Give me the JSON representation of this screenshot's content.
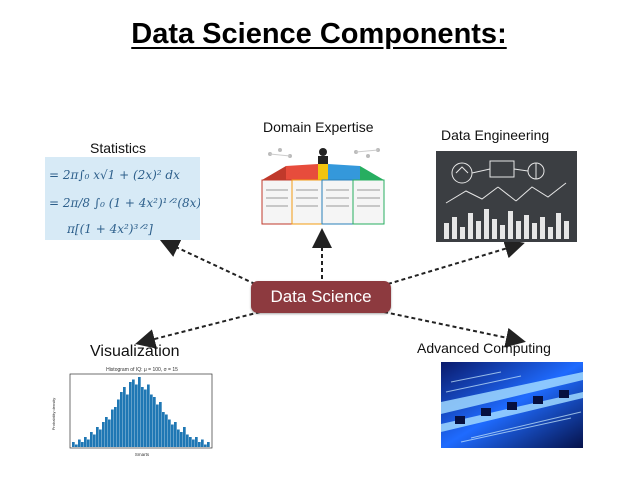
{
  "title": "Data Science Components:",
  "center": "Data Science",
  "nodes": {
    "statistics": "Statistics",
    "domain": "Domain Expertise",
    "engineering": "Data Engineering",
    "visualization": "Visualization",
    "computing": "Advanced Computing"
  },
  "math_lines": [
    "= 2π∫₀ x√1 + (2x)² dx",
    "= 2π/8 ∫₀ (1 + 4x²)¹ᐟ²(8x)",
    "π[(1 + 4x²)³ᐟ²]"
  ],
  "histogram": {
    "title": "Histogram of IQ: μ = 100, σ = 15",
    "ylabel": "Probability density",
    "xlabel": "Smarts",
    "values": [
      0.002,
      0.001,
      0.003,
      0.002,
      0.004,
      0.003,
      0.006,
      0.005,
      0.008,
      0.007,
      0.01,
      0.012,
      0.011,
      0.015,
      0.016,
      0.019,
      0.022,
      0.024,
      0.021,
      0.026,
      0.027,
      0.025,
      0.028,
      0.024,
      0.023,
      0.025,
      0.021,
      0.02,
      0.017,
      0.018,
      0.014,
      0.013,
      0.011,
      0.009,
      0.01,
      0.007,
      0.006,
      0.008,
      0.005,
      0.004,
      0.003,
      0.004,
      0.002,
      0.003,
      0.001,
      0.002
    ]
  },
  "colors": {
    "center_fill": "#8d3a3f",
    "arrow": "#222222",
    "bar": "#1f77b4"
  }
}
